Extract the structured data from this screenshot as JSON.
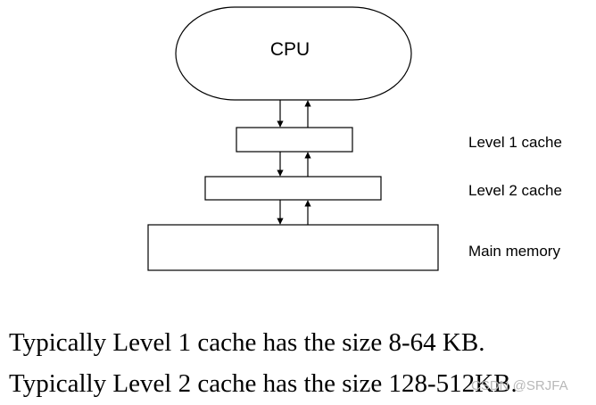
{
  "diagram": {
    "cpu_label": "CPU",
    "levels": [
      {
        "id": "l1",
        "label": "Level 1 cache"
      },
      {
        "id": "l2",
        "label": "Level 2 cache"
      },
      {
        "id": "mem",
        "label": "Main memory"
      }
    ]
  },
  "captions": [
    "Typically Level 1 cache has the size 8-64 KB.",
    "Typically Level 2 cache has the size 128-512KB."
  ],
  "watermark": "CSDN @SRJFA"
}
